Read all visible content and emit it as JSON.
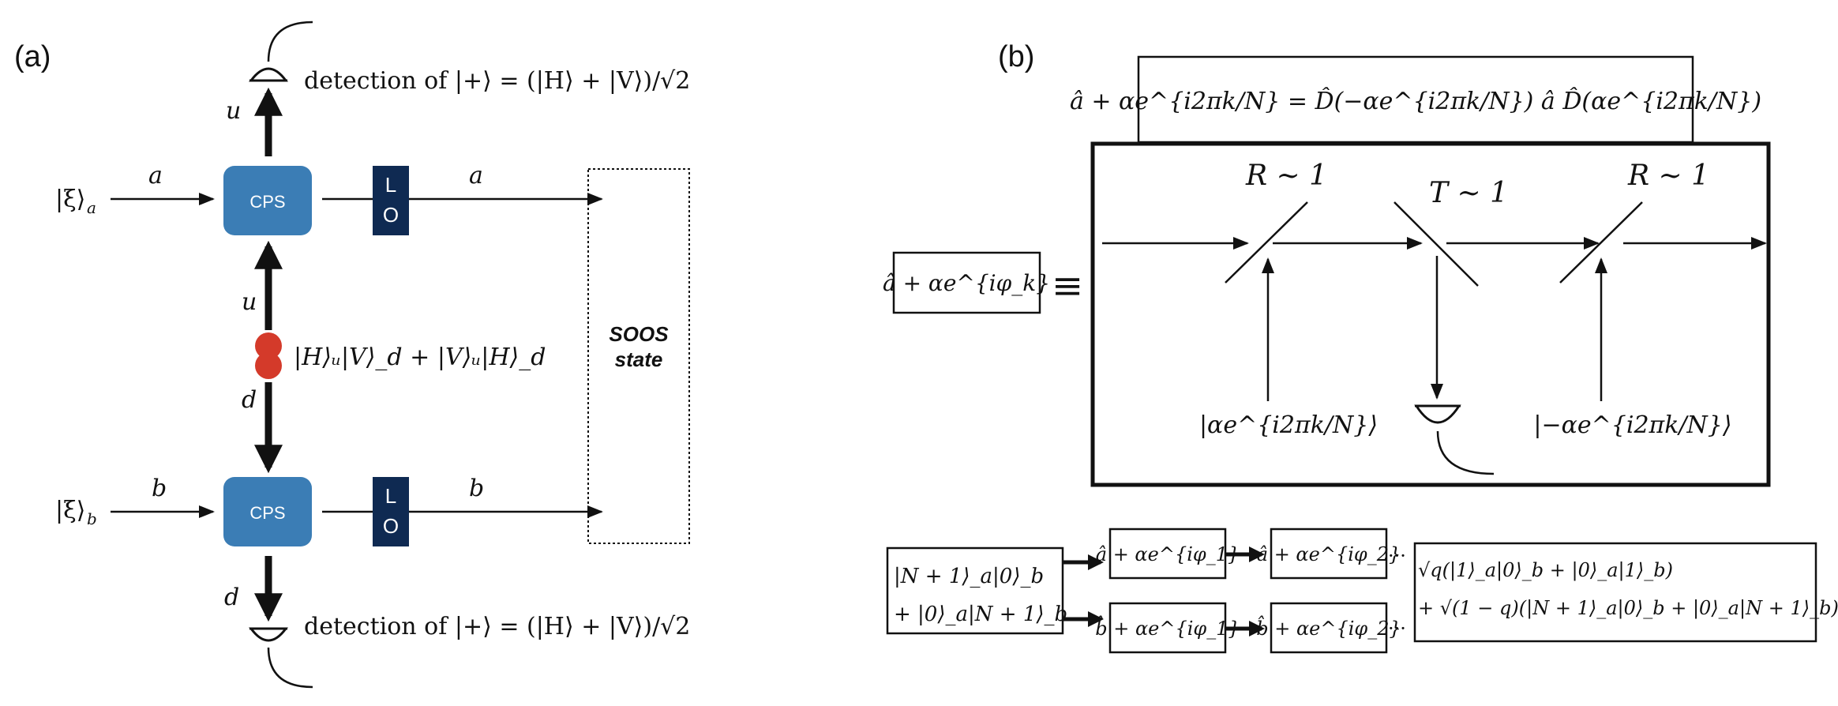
{
  "panel_a": {
    "label": "(a)",
    "detection_top": "detection of |+⟩ = (|H⟩ + |V⟩)/√2",
    "detection_bottom": "detection of |+⟩ = (|H⟩ + |V⟩)/√2",
    "input_top": "|ξ⟩",
    "input_top_sub": "a",
    "input_bottom": "|ξ⟩",
    "input_bottom_sub": "b",
    "mode_a_in": "a",
    "mode_a_out": "a",
    "mode_b_in": "b",
    "mode_b_out": "b",
    "mode_u_top": "u",
    "mode_u_mid": "u",
    "mode_d_mid": "d",
    "mode_d_bottom": "d",
    "cps_top": "CPS",
    "cps_bottom": "CPS",
    "lo_top_1": "L",
    "lo_top_2": "O",
    "lo_bottom_1": "L",
    "lo_bottom_2": "O",
    "source_state": "|H⟩ᵤ|V⟩_d + |V⟩ᵤ|H⟩_d",
    "soos_line1": "SOOS",
    "soos_line2": "state",
    "colors": {
      "cps": "#3b7db5",
      "lo": "#0f2a52",
      "source": "#d43a2a"
    }
  },
  "panel_b": {
    "label": "(b)",
    "top_equation": "â + αe^{i2πk/N} = D̂(−αe^{i2πk/N}) â D̂(αe^{i2πk/N})",
    "operator_box": "â + αe^{iφ_k}",
    "equiv": "≡",
    "bs1_label": "R ∼ 1",
    "bs2_label": "T ∼ 1",
    "bs3_label": "R ∼ 1",
    "coherent_left": "|αe^{i2πk/N}⟩",
    "coherent_right": "|−αe^{i2πk/N}⟩",
    "input_state_line1": "|N + 1⟩_a|0⟩_b",
    "input_state_line2": "+ |0⟩_a|N + 1⟩_b",
    "op_a1": "â + αe^{iφ_1}",
    "op_a2": "â + αe^{iφ_2}",
    "op_b1": "b̂ + αe^{iφ_1}",
    "op_b2": "b̂ + αe^{iφ_2}",
    "dots_a": "···",
    "dots_b": "···",
    "output_line1": "√q(|1⟩_a|0⟩_b + |0⟩_a|1⟩_b)",
    "output_line2": "+ √(1 − q)(|N + 1⟩_a|0⟩_b + |0⟩_a|N + 1⟩_b)"
  }
}
